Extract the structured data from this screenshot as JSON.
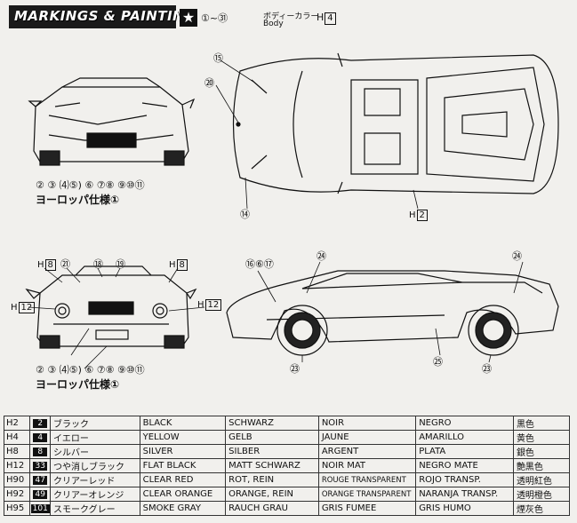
{
  "header": {
    "title": "MARKINGS & PAINTING",
    "star_symbol": "★",
    "star_range": "①~㉛",
    "body_color_jp": "ボディーカラー",
    "body_color_en": "Body",
    "body_color_h": "4"
  },
  "callouts": {
    "top_15": "⑮",
    "top_20": "⑳",
    "top_14": "⑭",
    "top_h2_prefix": "H",
    "top_h2_value": "2",
    "front_codes": "② ③ ⑷⑤) ⑥ ⑦⑧ ⑨⑩⑪",
    "front_spec": "ヨーロッパ仕様①",
    "rear_h8_left_prefix": "H",
    "rear_h8_left": "8",
    "rear_21": "㉑",
    "rear_18": "⑱",
    "rear_19": "⑲",
    "rear_h8_right_prefix": "H",
    "rear_h8_right": "8",
    "rear_h12_left_prefix": "H",
    "rear_h12_left": "12",
    "rear_h12_right_prefix": "H",
    "rear_h12_right": "12",
    "rear_codes": "② ③ ⑷⑤) ⑥ ⑦⑧ ⑨⑩⑪",
    "rear_spec": "ヨーロッパ仕様①",
    "side_16_17": "⑯⑥⑰",
    "side_24_left": "㉔",
    "side_24_right": "㉔",
    "side_23_left": "㉓",
    "side_25": "㉕",
    "side_23_right": "㉓"
  },
  "colors": {
    "rows": [
      {
        "h": "H2",
        "num": "2",
        "jp": "ブラック",
        "en": "BLACK",
        "de": "SCHWARZ",
        "fr": "NOIR",
        "es": "NEGRO",
        "kj": "黒色"
      },
      {
        "h": "H4",
        "num": "4",
        "jp": "イエロー",
        "en": "YELLOW",
        "de": "GELB",
        "fr": "JAUNE",
        "es": "AMARILLO",
        "kj": "黄色"
      },
      {
        "h": "H8",
        "num": "8",
        "jp": "シルバー",
        "en": "SILVER",
        "de": "SILBER",
        "fr": "ARGENT",
        "es": "PLATA",
        "kj": "銀色"
      },
      {
        "h": "H12",
        "num": "33",
        "jp": "つや消しブラック",
        "en": "FLAT BLACK",
        "de": "MATT SCHWARZ",
        "fr": "NOIR MAT",
        "es": "NEGRO MATE",
        "kj": "艶黒色"
      },
      {
        "h": "H90",
        "num": "47",
        "jp": "クリアーレッド",
        "en": "CLEAR RED",
        "de": "ROT, REIN",
        "fr": "ROUGE TRANSPARENT",
        "es": "ROJO TRANSP.",
        "kj": "透明紅色"
      },
      {
        "h": "H92",
        "num": "49",
        "jp": "クリアーオレンジ",
        "en": "CLEAR ORANGE",
        "de": "ORANGE, REIN",
        "fr": "ORANGE TRANSPARENT",
        "es": "NARANJA TRANSP.",
        "kj": "透明橙色"
      },
      {
        "h": "H95",
        "num": "101",
        "jp": "スモークグレー",
        "en": "SMOKE GRAY",
        "de": "RAUCH GRAU",
        "fr": "GRIS FUMEE",
        "es": "GRIS HUMO",
        "kj": "煙灰色"
      }
    ]
  }
}
